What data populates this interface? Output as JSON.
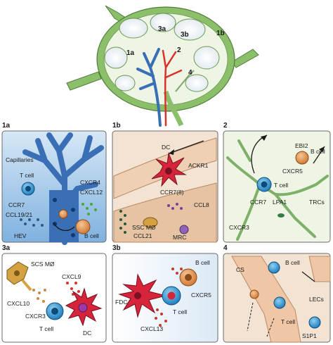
{
  "overview": {
    "region_labels": [
      "1a",
      "1b",
      "2",
      "3a",
      "3b",
      "4"
    ]
  },
  "panels": {
    "p1a": {
      "label": "1a",
      "texts": {
        "capillaries": "Capillaries",
        "tcell": "T cell",
        "ccr7": "CCR7",
        "ccl19": "CCL19/21",
        "hev": "HEV",
        "cxcr4": "CXCR4",
        "cxcl12": "CXCL12",
        "bcell": "B cell"
      }
    },
    "p1b": {
      "label": "1b",
      "texts": {
        "dc": "DC",
        "ccr7_8": "CCR7(8)",
        "ackr1": "ACKR1",
        "ccl8": "CCL8",
        "sscmo": "SSC MØ",
        "ccl21": "CCL21",
        "mrc": "MRC"
      }
    },
    "p2": {
      "label": "2",
      "texts": {
        "ebi2": "EBI2",
        "bcell": "B cell",
        "cxcr5": "CXCR5",
        "tcell": "T cell",
        "ccr7": "CCR7",
        "lpa1": "LPA1",
        "trcs": "TRCs",
        "cxcr3": "CXCR3"
      }
    },
    "p3a": {
      "label": "3a",
      "texts": {
        "scsmo": "SCS MØ",
        "cxcl9": "CXCL9",
        "cxcl10": "CXCL10",
        "cxcr3": "CXCR3",
        "tcell": "T cell",
        "dc": "DC"
      }
    },
    "p3b": {
      "label": "3b",
      "texts": {
        "bcell": "B cell",
        "fdc": "FDC",
        "cxcr5": "CXCR5",
        "tcell": "T cell",
        "cxcl13": "CXCL13"
      }
    },
    "p4": {
      "label": "4",
      "texts": {
        "bcell": "B cell",
        "cs": "CS",
        "lecs": "LECs",
        "tcell": "T cell",
        "s1p1": "S1P1"
      }
    }
  },
  "colors": {
    "node_green": "#8cbf6a",
    "node_fill": "#e8f1dd",
    "follicle": "#e9eef3",
    "hev_blue": "#3a6fb5",
    "vessel_red": "#d9322b",
    "tcell_blue": "#2a8fcb",
    "bcell_orange": "#e2914a",
    "dc_red": "#d6243a",
    "stroma_tan": "#e9c8a8"
  }
}
